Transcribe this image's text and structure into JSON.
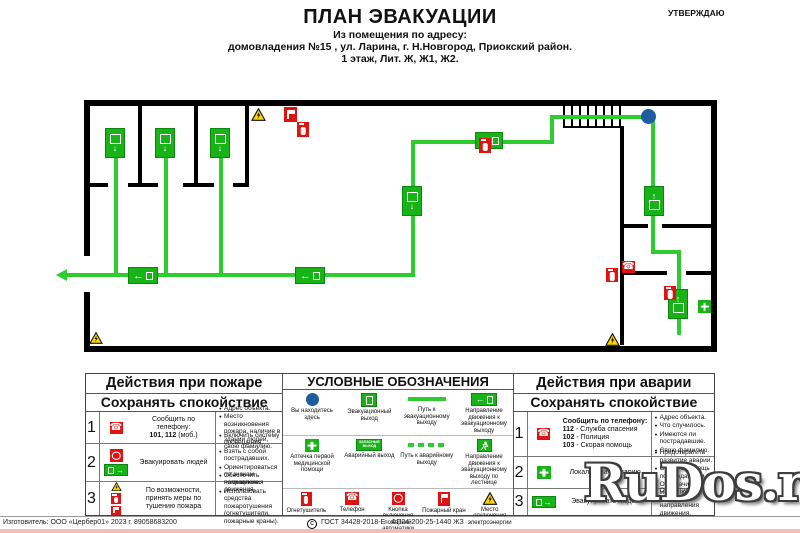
{
  "header": {
    "title": "ПЛАН ЭВАКУАЦИИ",
    "approve": "УТВЕРЖДАЮ",
    "subtitle": "Из помещения по адресу:",
    "address": "домовладения №15 , ул. Ларина, г. Н.Новгород, Приокский район.",
    "floor": "1 этаж, Лит. Ж, Ж1, Ж2."
  },
  "plan": {
    "route_color": "#2ecc2e",
    "you_are_here_color": "#1d5d9f",
    "icons": [
      "you-are-here-dot",
      "evacuation-exit-sign",
      "fire-extinguisher-icon",
      "fire-hydrant-icon",
      "fire-alarm-button-icon",
      "phone-icon",
      "first-aid-icon",
      "power-off-warning-icon",
      "stairs"
    ]
  },
  "fire": {
    "title": "Действия при пожаре",
    "subtitle": "Сохранять спокойствие",
    "rows": [
      {
        "num": "1",
        "action_line1": "Сообщить по",
        "action_line2": "телефону:",
        "phone_bold": "101, 112",
        "phone_rest": "(моб.)",
        "bullets": [
          "Адрес объекта.",
          "Место возникновения пожара, наличие в здании людей, свою фамилию."
        ]
      },
      {
        "num": "2",
        "action": "Эвакуировать людей",
        "bullets": [
          "Включить систему оповещения.",
          "Взять с собой пострадавших.",
          "Ориентироваться по знакам направления движения."
        ]
      },
      {
        "num": "3",
        "action": "По возможности, принять меры по тушению пожара",
        "bullets": [
          "Обесточить помещение.",
          "Использовать средства пожаротушения (огнетушители, пожарные краны)."
        ]
      }
    ]
  },
  "legend": {
    "title": "УСЛОВНЫЕ ОБОЗНАЧЕНИЯ",
    "emergency_exit_text": "ЗАПАСНЫЙ ВЫХОД",
    "items": [
      {
        "icon": "you-are-here-dot",
        "label": "Вы находитесь здесь"
      },
      {
        "icon": "evacuation-exit-sign",
        "label": "Эвакуационный выход"
      },
      {
        "icon": "evacuation-path-line",
        "label": "Путь к эвакуационному выходу"
      },
      {
        "icon": "direction-to-exit-sign",
        "label": "Направление движения к эвакуационному выходу"
      },
      {
        "icon": "first-aid-kit-icon",
        "label": "Аптечка первой медицинской помощи"
      },
      {
        "icon": "emergency-exit-sign",
        "label": "Аварийный выход"
      },
      {
        "icon": "emergency-path-line",
        "label": "Путь к аварийному выходу"
      },
      {
        "icon": "stairs-direction-sign",
        "label": "Направление движения к эвакуационному выходу по лестнице"
      },
      {
        "icon": "fire-extinguisher-icon",
        "label": "Огнетушитель"
      },
      {
        "icon": "phone-icon",
        "label": "Телефон"
      },
      {
        "icon": "fire-alarm-button-icon",
        "label": "Кнопка включения пожарной автоматики"
      },
      {
        "icon": "fire-hydrant-icon",
        "label": "Пожарный кран"
      },
      {
        "icon": "power-off-warning-icon",
        "label": "Место отключения электроэнергии"
      }
    ]
  },
  "accident": {
    "title": "Действия при аварии",
    "subtitle": "Сохранять спокойствие",
    "rows": [
      {
        "num": "1",
        "intro": "Сообщить по телефону:",
        "phones": [
          {
            "num": "112",
            "label": "- Служба спасения"
          },
          {
            "num": "102",
            "label": "- Полиция"
          },
          {
            "num": "103",
            "label": "- Скорая помощь"
          }
        ],
        "bullets": [
          "Адрес объекта.",
          "Что случилось.",
          "Имеются ли пострадавшие.",
          "Свою фамилию."
        ]
      },
      {
        "num": "2",
        "action": "Локализовать аварию",
        "bullets": [
          "Предотвратить развитие аварии.",
          "Оказать помощь пострадавшим.",
          "Обозначить место аварии."
        ]
      },
      {
        "num": "3",
        "action": "Эвакуировать людей",
        "bullets": [
          "Ориентироваться по знакам направления движения."
        ]
      }
    ]
  },
  "footer": {
    "manufacturer": "Изготовитель: ООО «Цербер01»  2023 г. 89058683200",
    "badge": "С",
    "gost": "ГОСТ 34428-2018-Е",
    "code": "ФП24-200-25-1440 ЖЗ"
  },
  "watermark": "RuDos.ru"
}
